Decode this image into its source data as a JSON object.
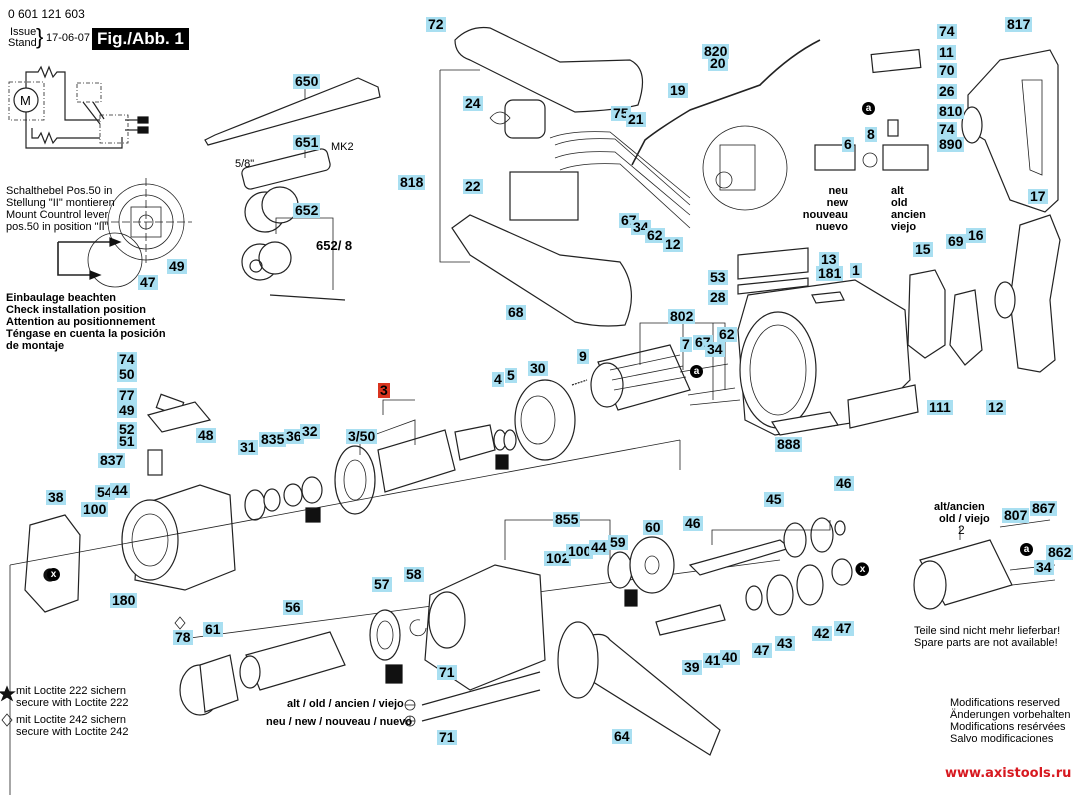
{
  "header": {
    "part_number": "0 601 121 603",
    "issue_label_1": "Issue",
    "issue_label_2": "Stand",
    "issue_date": "17-06-07",
    "figure_label": "Fig./Abb. 1"
  },
  "notes": {
    "switch_lever": [
      "Schalthebel Pos.50 in",
      "Stellung \"II\" montieren",
      "Mount Countrol lever",
      "pos.50 in position \"II\""
    ],
    "installation": [
      "Einbaulage beachten",
      "Check installation position",
      "Attention au positionnement",
      "Téngase en cuenta la posición",
      "de montaje"
    ],
    "loctite_222": [
      "mit Loctite 222 sichern",
      "secure with Loctite 222"
    ],
    "loctite_242": [
      "mit Loctite 242 sichern",
      "secure with Loctite 242"
    ],
    "brush_new": [
      "neu",
      "new",
      "nouveau",
      "nuevo"
    ],
    "brush_old": [
      "alt",
      "old",
      "ancien",
      "viejo"
    ],
    "field_old": [
      "alt/ancien",
      "old / viejo"
    ],
    "field_old_num": "2",
    "spare_unavailable": [
      "Teile sind nicht mehr lieferbar!",
      "Spare parts are not available!"
    ],
    "screw_old": "alt / old / ancien / viejo",
    "screw_new": "neu / new / nouveau / nuevo",
    "modifications": [
      "Modifications reserved",
      "Änderungen vorbehalten",
      "Modifications resérvées",
      "Salvo modificaciones"
    ],
    "website": "www.axistools.ru",
    "chuck_key": "652/ 8",
    "thread_size": "5/8\"",
    "taper": "MK2",
    "marker_a": "a",
    "marker_x": "x"
  },
  "parts": [
    {
      "id": "p72",
      "num": "72"
    },
    {
      "id": "p650",
      "num": "650"
    },
    {
      "id": "p651",
      "num": "651"
    },
    {
      "id": "p652",
      "num": "652"
    },
    {
      "id": "p49a",
      "num": "49"
    },
    {
      "id": "p47a",
      "num": "47"
    },
    {
      "id": "p24",
      "num": "24"
    },
    {
      "id": "p818",
      "num": "818"
    },
    {
      "id": "p22",
      "num": "22"
    },
    {
      "id": "p68",
      "num": "68"
    },
    {
      "id": "p820",
      "num": "820"
    },
    {
      "id": "p20",
      "num": "20"
    },
    {
      "id": "p19",
      "num": "19"
    },
    {
      "id": "p75",
      "num": "75"
    },
    {
      "id": "p21",
      "num": "21"
    },
    {
      "id": "p67a",
      "num": "67"
    },
    {
      "id": "p34a",
      "num": "34"
    },
    {
      "id": "p62a",
      "num": "62"
    },
    {
      "id": "p12a",
      "num": "12"
    },
    {
      "id": "p74a",
      "num": "74"
    },
    {
      "id": "p11",
      "num": "11"
    },
    {
      "id": "p70",
      "num": "70"
    },
    {
      "id": "p26",
      "num": "26"
    },
    {
      "id": "p810",
      "num": "810"
    },
    {
      "id": "p74b",
      "num": "74"
    },
    {
      "id": "p890",
      "num": "890"
    },
    {
      "id": "p6",
      "num": "6"
    },
    {
      "id": "p8",
      "num": "8"
    },
    {
      "id": "p817",
      "num": "817"
    },
    {
      "id": "p17",
      "num": "17"
    },
    {
      "id": "p53",
      "num": "53"
    },
    {
      "id": "p28",
      "num": "28"
    },
    {
      "id": "p13",
      "num": "13"
    },
    {
      "id": "p181",
      "num": "181"
    },
    {
      "id": "p1",
      "num": "1"
    },
    {
      "id": "p15",
      "num": "15"
    },
    {
      "id": "p69",
      "num": "69"
    },
    {
      "id": "p16",
      "num": "16"
    },
    {
      "id": "p802",
      "num": "802"
    },
    {
      "id": "p7",
      "num": "7"
    },
    {
      "id": "p67b",
      "num": "67"
    },
    {
      "id": "p34b",
      "num": "34"
    },
    {
      "id": "p62b",
      "num": "62"
    },
    {
      "id": "p9",
      "num": "9"
    },
    {
      "id": "p111",
      "num": "111"
    },
    {
      "id": "p12b",
      "num": "12"
    },
    {
      "id": "p888",
      "num": "888"
    },
    {
      "id": "p74c",
      "num": "74"
    },
    {
      "id": "p50",
      "num": "50"
    },
    {
      "id": "p77",
      "num": "77"
    },
    {
      "id": "p49b",
      "num": "49"
    },
    {
      "id": "p52",
      "num": "52"
    },
    {
      "id": "p51",
      "num": "51"
    },
    {
      "id": "p48",
      "num": "48"
    },
    {
      "id": "p3",
      "num": "3"
    },
    {
      "id": "p350",
      "num": "3/50"
    },
    {
      "id": "p4",
      "num": "4"
    },
    {
      "id": "p5",
      "num": "5"
    },
    {
      "id": "p30",
      "num": "30"
    },
    {
      "id": "p31",
      "num": "31"
    },
    {
      "id": "p835",
      "num": "835"
    },
    {
      "id": "p36",
      "num": "36"
    },
    {
      "id": "p32",
      "num": "32"
    },
    {
      "id": "p837",
      "num": "837"
    },
    {
      "id": "p54",
      "num": "54"
    },
    {
      "id": "p44a",
      "num": "44"
    },
    {
      "id": "p38",
      "num": "38"
    },
    {
      "id": "p100a",
      "num": "100"
    },
    {
      "id": "p180",
      "num": "180"
    },
    {
      "id": "p855",
      "num": "855"
    },
    {
      "id": "p102",
      "num": "102"
    },
    {
      "id": "p100b",
      "num": "100"
    },
    {
      "id": "p44b",
      "num": "44"
    },
    {
      "id": "p59",
      "num": "59"
    },
    {
      "id": "p60",
      "num": "60"
    },
    {
      "id": "p46a",
      "num": "46"
    },
    {
      "id": "p45",
      "num": "45"
    },
    {
      "id": "p46b",
      "num": "46"
    },
    {
      "id": "p57",
      "num": "57"
    },
    {
      "id": "p58",
      "num": "58"
    },
    {
      "id": "p56",
      "num": "56"
    },
    {
      "id": "p78",
      "num": "78"
    },
    {
      "id": "p61",
      "num": "61"
    },
    {
      "id": "p39",
      "num": "39"
    },
    {
      "id": "p41",
      "num": "41"
    },
    {
      "id": "p40",
      "num": "40"
    },
    {
      "id": "p47b",
      "num": "47"
    },
    {
      "id": "p43",
      "num": "43"
    },
    {
      "id": "p42",
      "num": "42"
    },
    {
      "id": "p47c",
      "num": "47"
    },
    {
      "id": "p71a",
      "num": "71"
    },
    {
      "id": "p71b",
      "num": "71"
    },
    {
      "id": "p64",
      "num": "64"
    },
    {
      "id": "p807",
      "num": "807"
    },
    {
      "id": "p867",
      "num": "867"
    },
    {
      "id": "p862",
      "num": "862"
    },
    {
      "id": "p34c",
      "num": "34"
    }
  ],
  "colors": {
    "label_bg": "#a9dff1",
    "highlight_bg": "#d9341f",
    "website": "#d71920"
  }
}
